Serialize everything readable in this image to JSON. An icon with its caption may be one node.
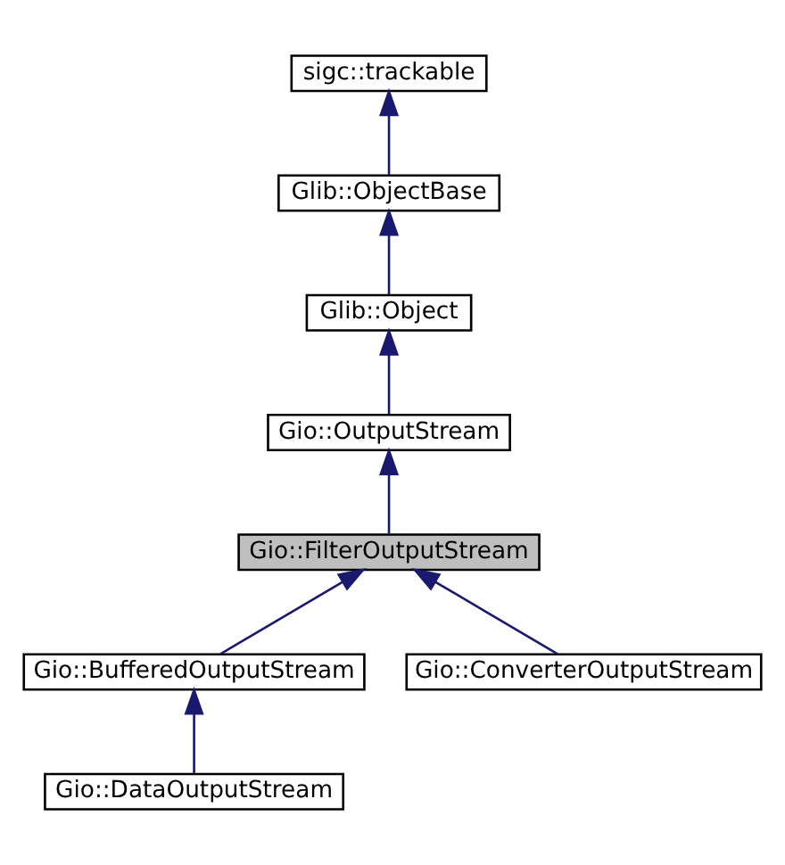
{
  "diagram": {
    "nodes": [
      {
        "text": [
          "sigc::trackable"
        ]
      },
      {
        "text": [
          "Glib::ObjectBase"
        ]
      },
      {
        "text": [
          "Glib::Object"
        ]
      },
      {
        "text": [
          "Gio::OutputStream"
        ]
      },
      {
        "text": [
          "Gio::FilterOutputStream"
        ]
      },
      {
        "text": [
          "Gio::BufferedOutputStream"
        ]
      },
      {
        "text": [
          "Gio::ConverterOutputStream"
        ]
      },
      {
        "text": [
          "Gio::DataOutputStream"
        ]
      }
    ],
    "edges": [
      {
        "from": 1,
        "to": 0,
        "arrow": "to"
      },
      {
        "from": 2,
        "to": 1,
        "arrow": "to"
      },
      {
        "from": 3,
        "to": 2,
        "arrow": "to"
      },
      {
        "from": 4,
        "to": 3,
        "arrow": "to"
      },
      {
        "from": 5,
        "to": 4,
        "arrow": "to"
      },
      {
        "from": 6,
        "to": 4,
        "arrow": "to"
      },
      {
        "from": 7,
        "to": 5,
        "arrow": "to"
      }
    ]
  }
}
